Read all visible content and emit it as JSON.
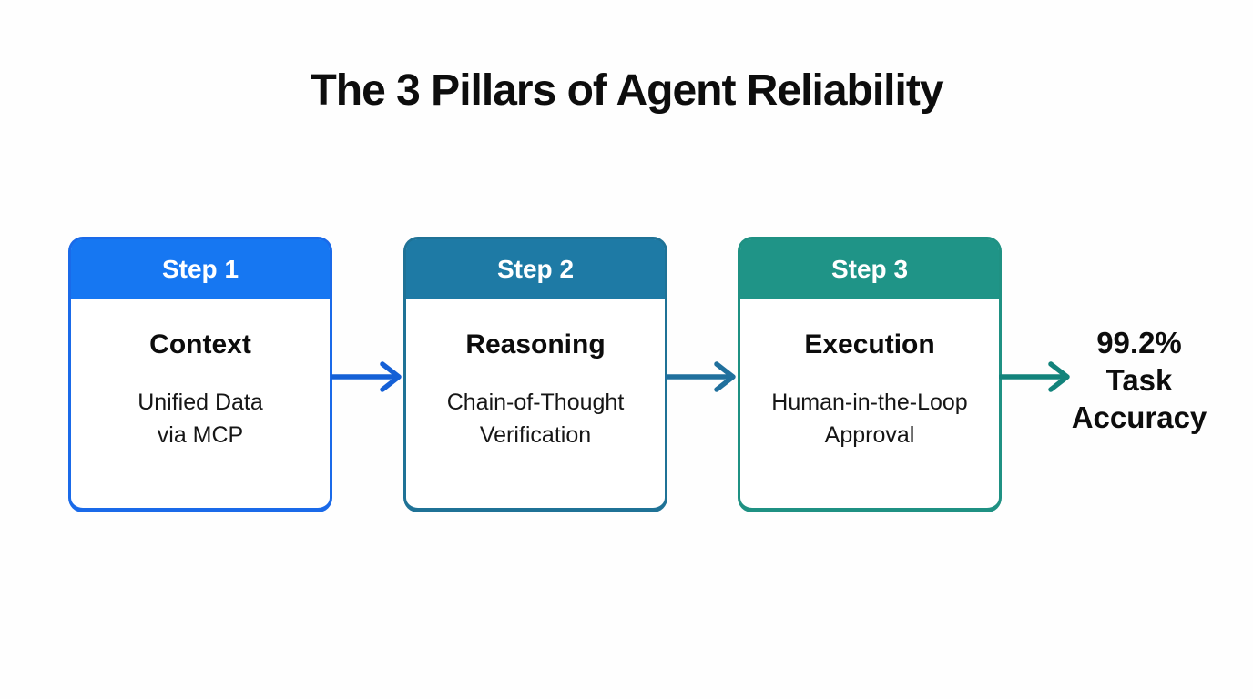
{
  "title": "The 3 Pillars of Agent Reliability",
  "steps": [
    {
      "step_label": "Step 1",
      "heading": "Context",
      "description_line1": "Unified Data",
      "description_line2": "via MCP",
      "header_color": "#1677f2",
      "border_color": "#1a6ae9",
      "arrow_color": "#1560d6"
    },
    {
      "step_label": "Step 2",
      "heading": "Reasoning",
      "description_line1": "Chain-of-Thought",
      "description_line2": "Verification",
      "header_color": "#1e7aa5",
      "border_color": "#1f7296",
      "arrow_color": "#20709d"
    },
    {
      "step_label": "Step 3",
      "heading": "Execution",
      "description_line1": "Human-in-the-Loop",
      "description_line2": "Approval",
      "header_color": "#1f9487",
      "border_color": "#1f9183",
      "arrow_color": "#12837b"
    }
  ],
  "result": {
    "line1": "99.2%",
    "line2": "Task",
    "line3": "Accuracy"
  },
  "colors": {
    "background": "#fefefe",
    "title_text": "#0d0d0d",
    "card_body_bg": "#ffffff",
    "step_label_text": "#ffffff",
    "heading_text": "#0c0c0c",
    "description_text": "#161616"
  }
}
